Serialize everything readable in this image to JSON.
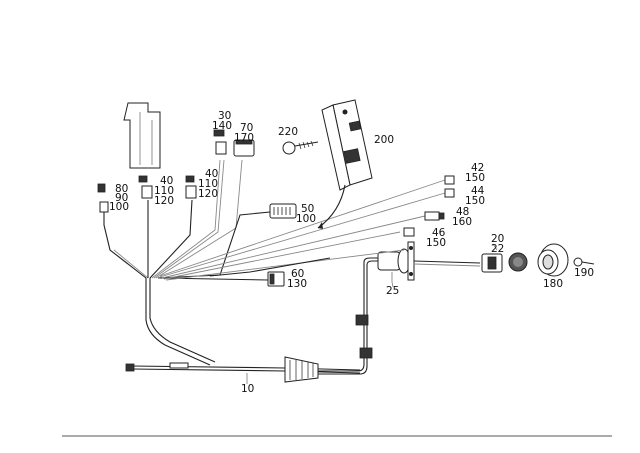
{
  "labels": {
    "p10": "10",
    "p20": "20",
    "p22": "22",
    "p25": "25",
    "p30": "30",
    "p140": "140",
    "p40a": "40",
    "p110a": "110",
    "p120a": "120",
    "p40b": "40",
    "p110b": "110",
    "p120b": "120",
    "p42": "42",
    "p150a": "150",
    "p44": "44",
    "p150b": "150",
    "p46": "46",
    "p150c": "150",
    "p48": "48",
    "p160": "160",
    "p50": "50",
    "p100a": "100",
    "p60": "60",
    "p130": "130",
    "p70": "70",
    "p170": "170",
    "p80": "80",
    "p90": "90",
    "p100b": "100",
    "p180": "180",
    "p190": "190",
    "p200": "200",
    "p220": "220"
  }
}
